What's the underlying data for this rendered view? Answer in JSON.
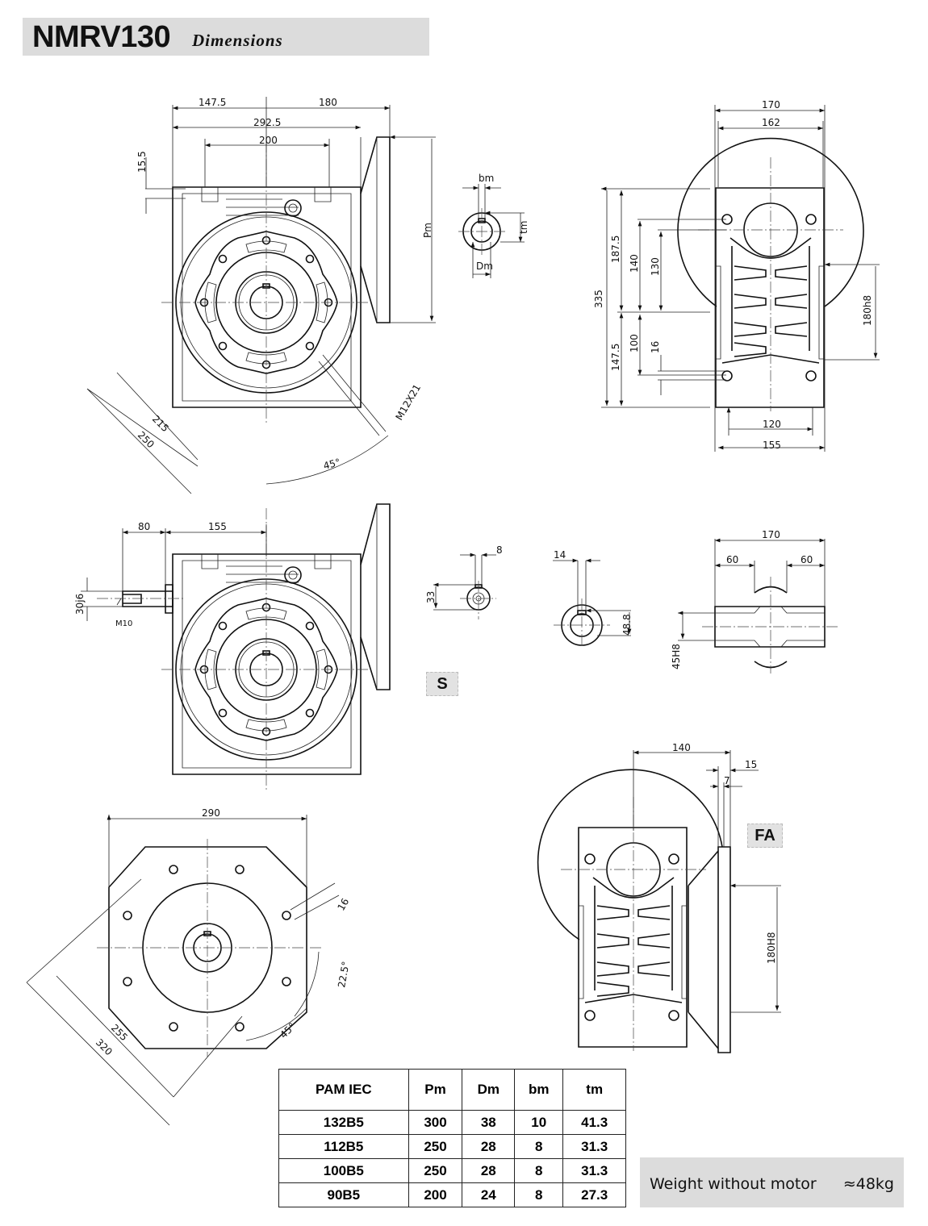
{
  "header": {
    "model": "NMRV130",
    "subtitle": "Dimensions"
  },
  "front_view": {
    "labels": [
      "147.5",
      "180",
      "292.5",
      "200",
      "15.5",
      "Pm",
      "215",
      "250",
      "M12X21",
      "45°"
    ]
  },
  "shaft_key_view": {
    "labels": [
      "bm",
      "tm",
      "Dm"
    ]
  },
  "side_view": {
    "labels": [
      "170",
      "162",
      "335",
      "187.5",
      "140",
      "130",
      "147.5",
      "100",
      "16",
      "180h8",
      "120",
      "155"
    ]
  },
  "input_view": {
    "labels": [
      "80",
      "155",
      "30j6",
      "M10"
    ]
  },
  "input_shaft_section": {
    "labels": [
      "8",
      "33"
    ]
  },
  "output_bore_section": {
    "labels": [
      "14",
      "48.8"
    ]
  },
  "hollow_shaft_view": {
    "labels": [
      "170",
      "60",
      "60",
      "45H8"
    ]
  },
  "badges": {
    "s": "S",
    "fa": "FA"
  },
  "flange_view": {
    "labels": [
      "290",
      "16",
      "22.5°",
      "45°",
      "255",
      "320"
    ]
  },
  "fa_view": {
    "labels": [
      "140",
      "15",
      "7",
      "180H8"
    ]
  },
  "pam_table": {
    "headers": [
      "PAM IEC",
      "Pm",
      "Dm",
      "bm",
      "tm"
    ],
    "rows": [
      [
        "132B5",
        "300",
        "38",
        "10",
        "41.3"
      ],
      [
        "112B5",
        "250",
        "28",
        "8",
        "31.3"
      ],
      [
        "100B5",
        "250",
        "28",
        "8",
        "31.3"
      ],
      [
        "90B5",
        "200",
        "24",
        "8",
        "27.3"
      ]
    ]
  },
  "weight": {
    "label": "Weight without motor",
    "value": "≈48kg"
  }
}
